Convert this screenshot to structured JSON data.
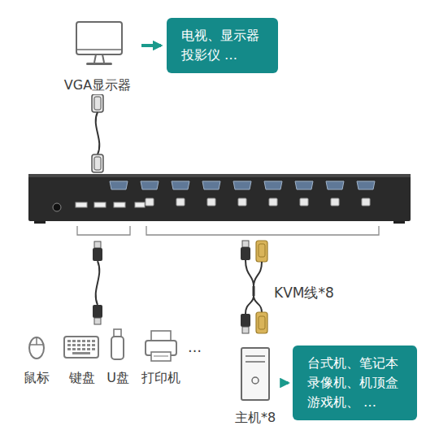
{
  "diagram": {
    "nodes": [
      {
        "text": [
          "VGA显示器"
        ]
      },
      {
        "text": [
          "电视、显示器 投影仪 …"
        ]
      },
      {
        "text": [
          "鼠标"
        ]
      },
      {
        "text": [
          "键盘"
        ]
      },
      {
        "text": [
          "U盘"
        ]
      },
      {
        "text": [
          "打印机"
        ]
      },
      {
        "text": [
          "主机*8"
        ]
      },
      {
        "text": [
          "台式机、笔记本 录像机、机顶盒 游戏机、 …"
        ]
      }
    ],
    "edges": [
      {
        "from": 0,
        "to": 1,
        "arrow": "to"
      },
      {
        "from": 6,
        "to": 7,
        "arrow": "to"
      }
    ],
    "labels": [
      "KVM线*8",
      "…"
    ]
  }
}
